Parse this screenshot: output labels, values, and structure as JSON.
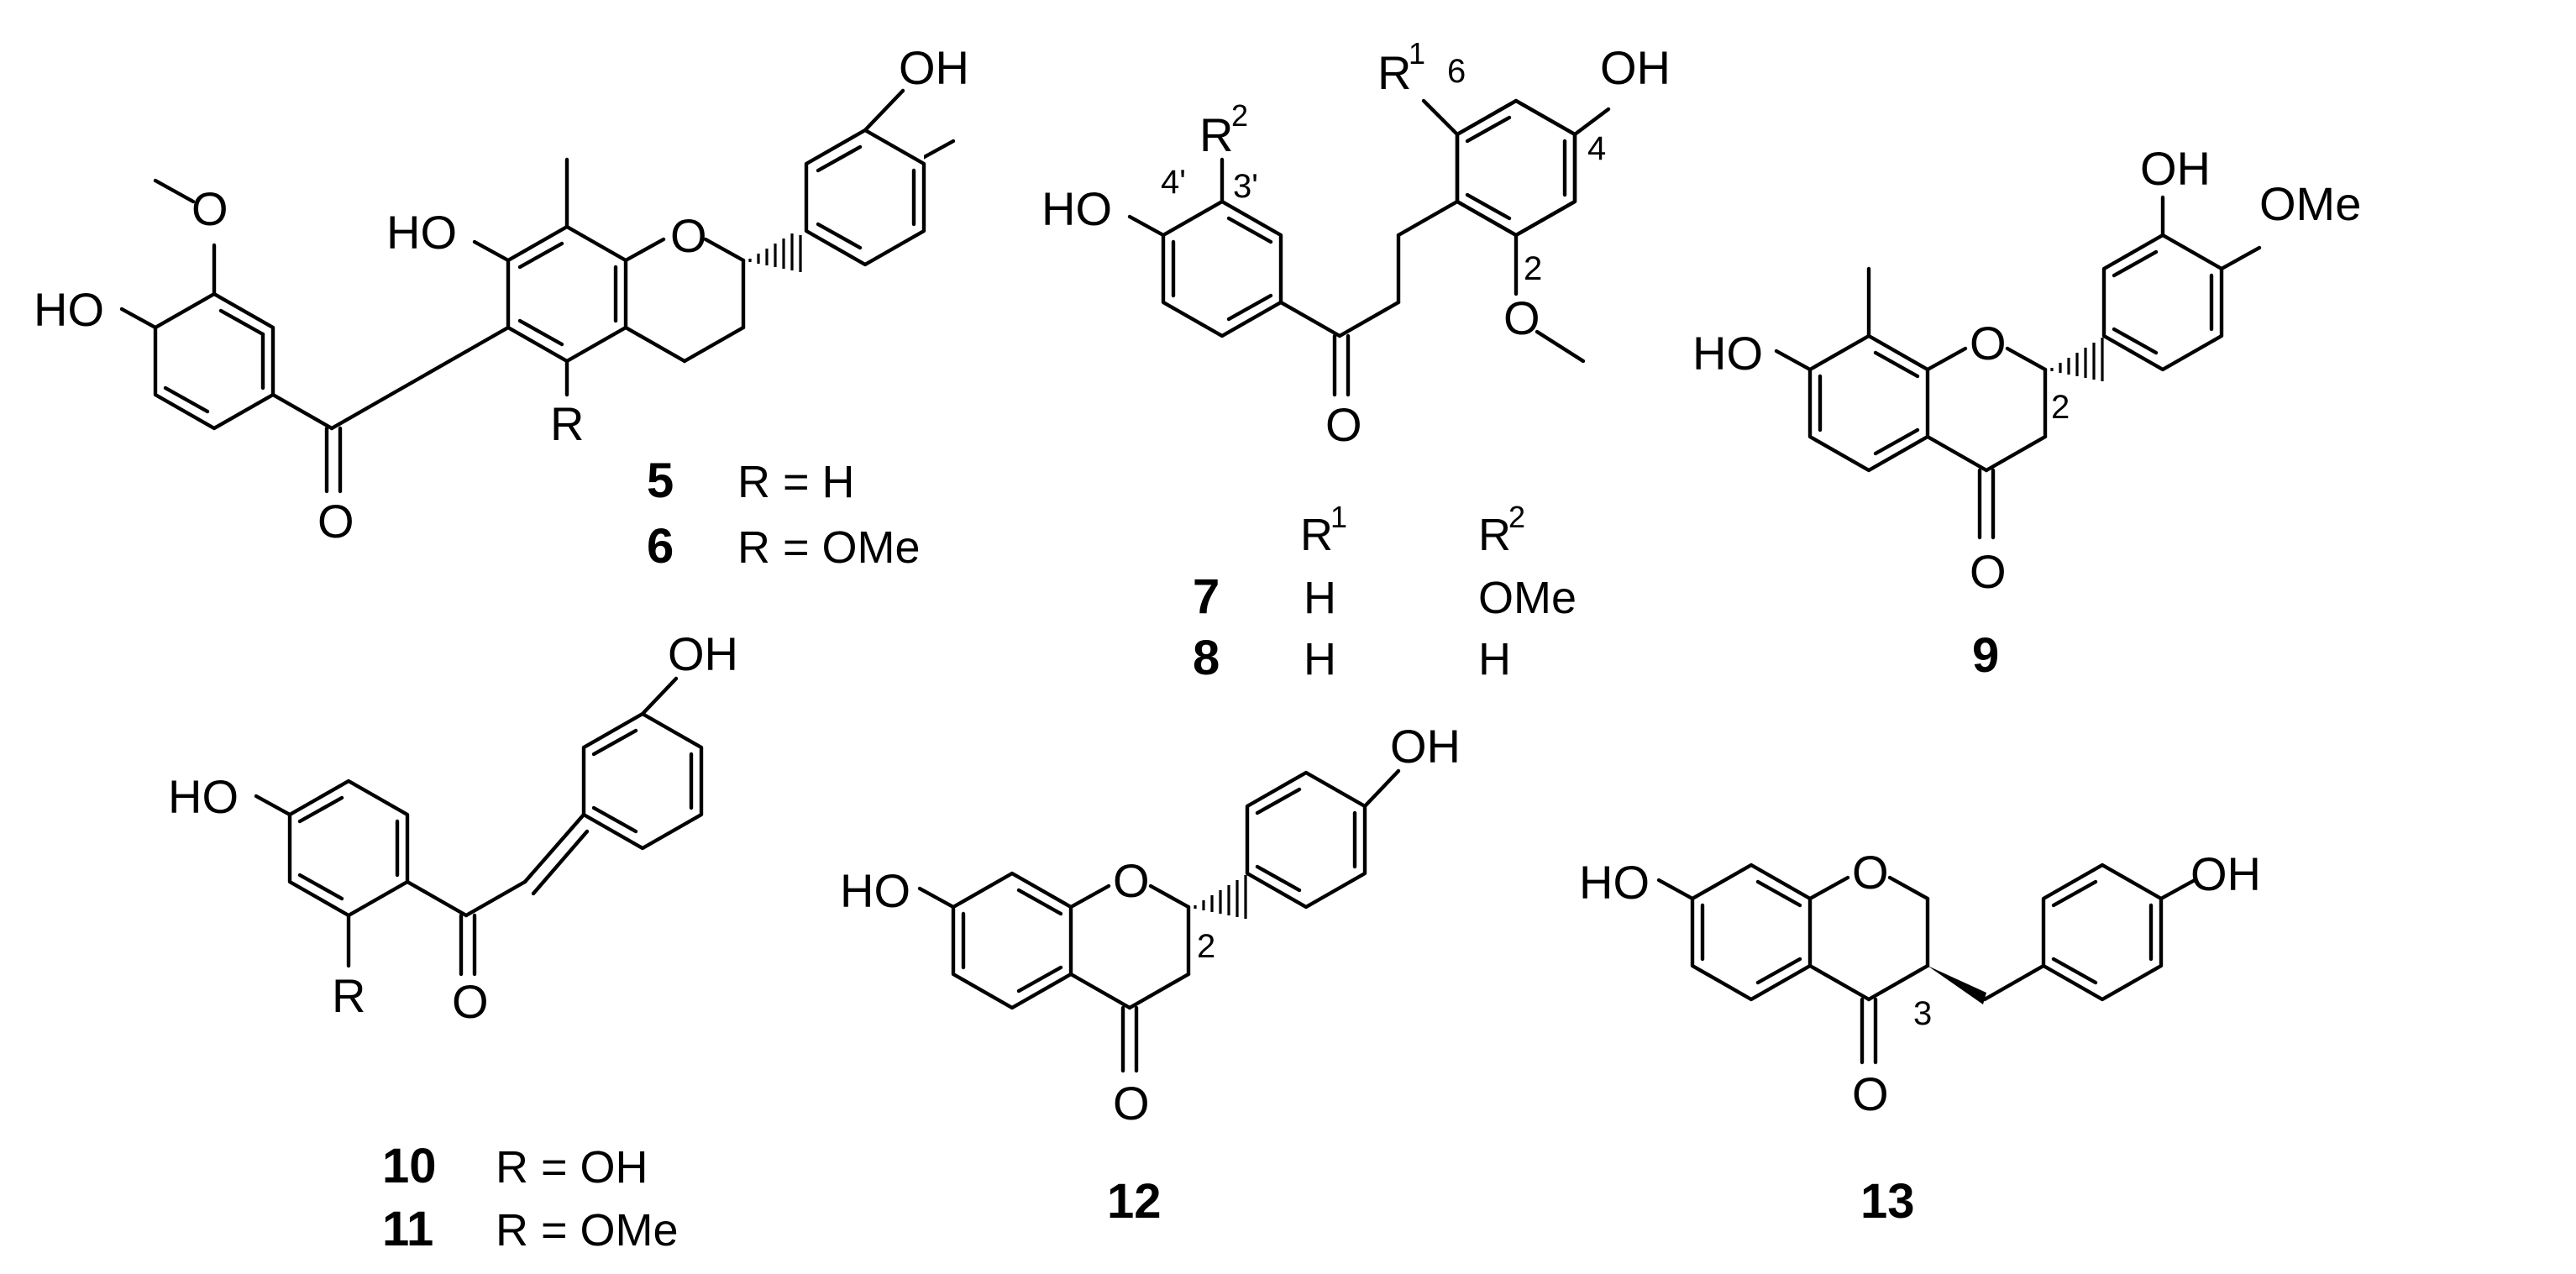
{
  "atoms": {
    "OH": "OH",
    "HO": "HO",
    "O": "O",
    "OMe": "OMe",
    "R": "R",
    "R1": "R",
    "R2": "R",
    "sup1": "1",
    "sup2": "2"
  },
  "positions": {
    "p2": "2",
    "p3": "3",
    "p4": "4",
    "p6": "6",
    "p3prime": "3'",
    "p4prime": "4'"
  },
  "compounds": {
    "c5": {
      "number": "5",
      "substituent": "R = H"
    },
    "c6": {
      "number": "6",
      "substituent": "R = OMe"
    },
    "c7": {
      "number": "7",
      "r1": "H",
      "r2": "OMe"
    },
    "c8": {
      "number": "8",
      "r1": "H",
      "r2": "H"
    },
    "c9": {
      "number": "9"
    },
    "c10": {
      "number": "10",
      "substituent": "R = OH"
    },
    "c11": {
      "number": "11",
      "substituent": "R = OMe"
    },
    "c12": {
      "number": "12"
    },
    "c13": {
      "number": "13"
    }
  },
  "table_header": {
    "r1": "R",
    "r1_sup": "1",
    "r2": "R",
    "r2_sup": "2"
  }
}
